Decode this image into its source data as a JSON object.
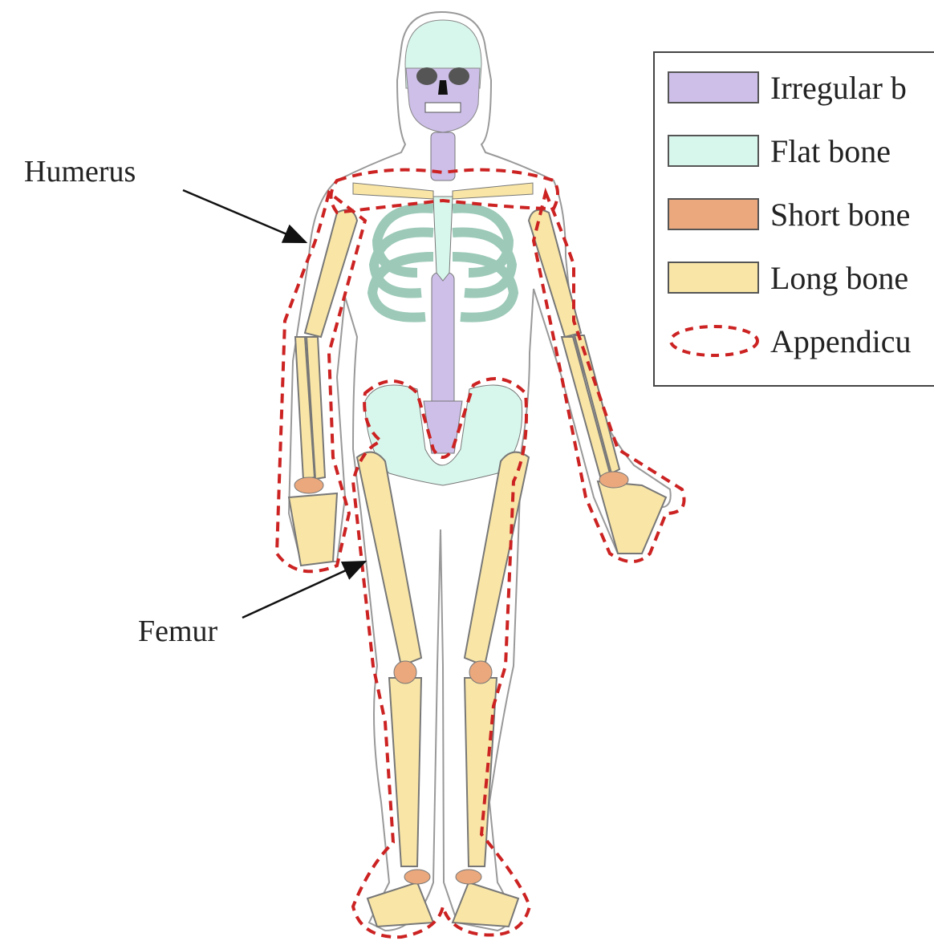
{
  "labels": {
    "humerus": "Humerus",
    "femur": "Femur"
  },
  "legend": {
    "items": [
      {
        "label": "Irregular b",
        "color": "#cdbfe8"
      },
      {
        "label": "Flat bone",
        "color": "#d8f7ec"
      },
      {
        "label": "Short bone",
        "color": "#eaa87c"
      },
      {
        "label": "Long bone",
        "color": "#f9e6a6"
      },
      {
        "label": "Appendicu",
        "color": "#cc2222"
      }
    ]
  },
  "colors": {
    "irregular": "#cdbfe8",
    "flat": "#d8f7ec",
    "short": "#eaa87c",
    "long": "#f9e6a6",
    "appendicular": "#cc2222",
    "cartilage": "#c8c8c8"
  }
}
